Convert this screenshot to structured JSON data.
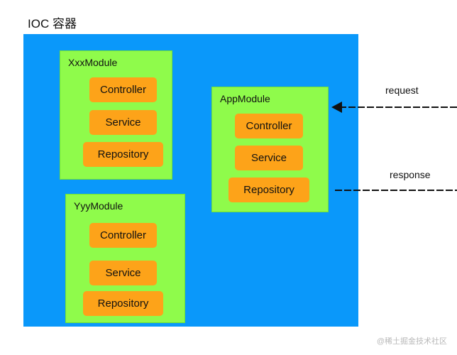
{
  "title": "IOC 容器",
  "modules": {
    "xxx": {
      "label": "XxxModule",
      "items": [
        "Controller",
        "Service",
        "Repository"
      ]
    },
    "yyy": {
      "label": "YyyModule",
      "items": [
        "Controller",
        "Service",
        "Repository"
      ]
    },
    "app": {
      "label": "AppModule",
      "items": [
        "Controller",
        "Service",
        "Repository"
      ]
    }
  },
  "flows": {
    "request": "request",
    "response": "response"
  },
  "watermark": "@稀土掘金技术社区",
  "colors": {
    "container": "#0a98fa",
    "module": "#8ffb4b",
    "item": "#fda319",
    "arrow": "#111111"
  }
}
